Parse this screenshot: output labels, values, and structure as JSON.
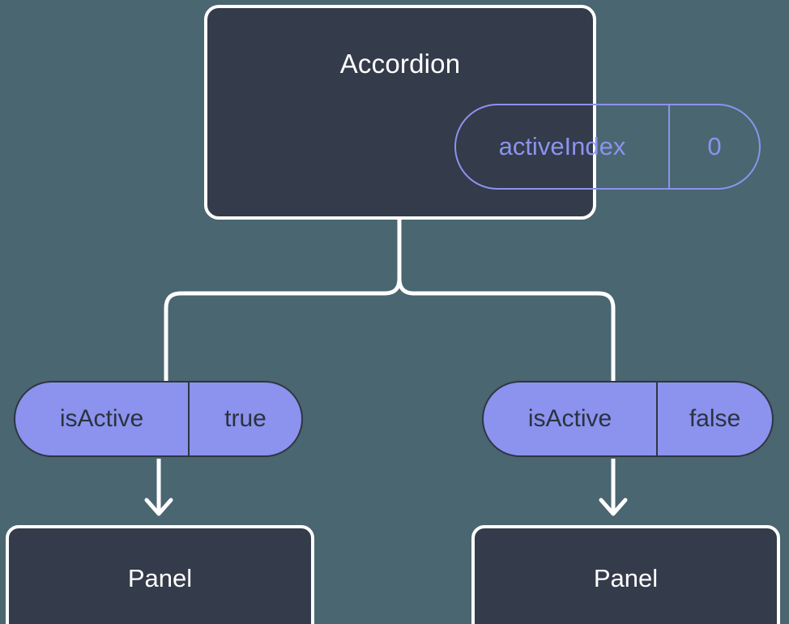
{
  "theme": {
    "background": "#4a6670",
    "node_fill": "#343b4a",
    "node_border": "#ffffff",
    "accent_purple": "#8b93ee",
    "pill_border_dark": "#2f3542",
    "pill_text_dark": "#2b3240",
    "connector": "#ffffff"
  },
  "diagram": {
    "type": "component-tree",
    "root": {
      "title": "Accordion",
      "state_pill": {
        "key": "activeIndex",
        "value": "0",
        "style": "outlined"
      }
    },
    "branches": [
      {
        "prop_pill": {
          "key": "isActive",
          "value": "true",
          "style": "filled"
        },
        "child": {
          "title": "Panel"
        }
      },
      {
        "prop_pill": {
          "key": "isActive",
          "value": "false",
          "style": "filled"
        },
        "child": {
          "title": "Panel"
        }
      }
    ]
  }
}
